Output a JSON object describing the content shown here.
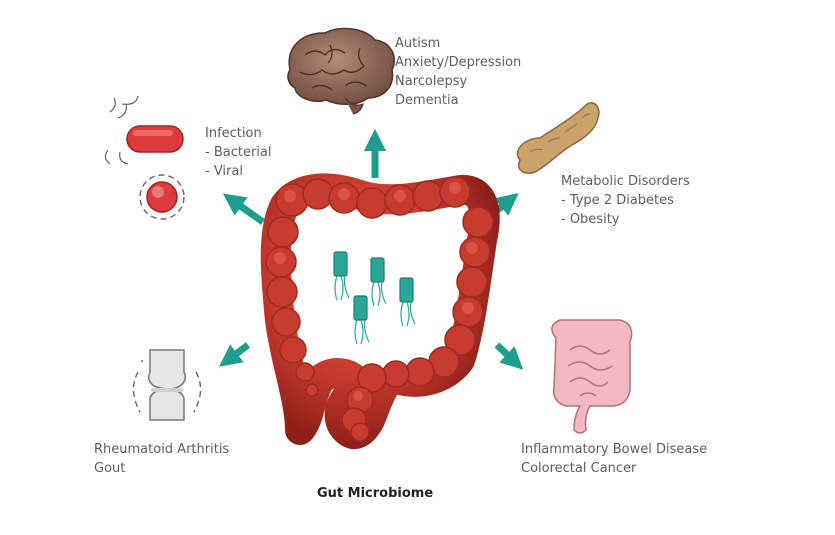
{
  "center": {
    "caption": "Gut Microbiome"
  },
  "brain": {
    "lines": [
      "Autism",
      "Anxiety/Depression",
      "Narcolepsy",
      "Dementia"
    ]
  },
  "infection": {
    "lines": [
      "Infection",
      "- Bacterial",
      "- Viral"
    ]
  },
  "metabolic": {
    "lines": [
      "Metabolic Disorders",
      "- Type 2 Diabetes",
      "- Obesity"
    ]
  },
  "joints": {
    "lines": [
      "Rheumatoid Arthritis",
      "Gout"
    ]
  },
  "bowel": {
    "lines": [
      "Inflammatory Bowel Disease",
      "Colorectal Cancer"
    ]
  },
  "colors": {
    "arrow": "#1e9e8c",
    "colon": "#c73a2e",
    "bacteria": "#2aa597",
    "text": "#5a5f63"
  },
  "icons": [
    "brain-icon",
    "bacterium-icon",
    "virus-icon",
    "pancreas-icon",
    "knee-joint-icon",
    "intestines-icon",
    "colon-illustration"
  ]
}
